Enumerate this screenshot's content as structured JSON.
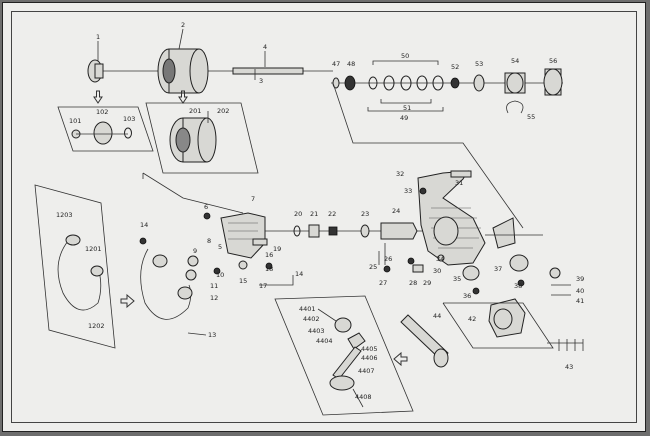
{
  "labels": {
    "p1": "1",
    "p2": "2",
    "p3": "3",
    "p4": "4",
    "p101": "101",
    "p102": "102",
    "p103": "103",
    "p201": "201",
    "p202": "202",
    "p1201": "1201",
    "p1202": "1202",
    "p1203": "1203",
    "p5": "5",
    "p6": "6",
    "p7": "7",
    "p8": "8",
    "p9": "9",
    "p10": "10",
    "p11": "11",
    "p12": "12",
    "p13": "13",
    "p14a": "14",
    "p14b": "14",
    "p15": "15",
    "p16": "16",
    "p17": "17",
    "p18": "18",
    "p19": "19",
    "p20": "20",
    "p21": "21",
    "p22": "22",
    "p23": "23",
    "p24": "24",
    "p25": "25",
    "p26": "26",
    "p27": "27",
    "p28": "28",
    "p29": "29",
    "p30": "30",
    "p31": "31",
    "p32": "32",
    "p33": "33",
    "p34": "34",
    "p35": "35",
    "p36": "36",
    "p37": "37",
    "p38": "38",
    "p39": "39",
    "p40": "40",
    "p41": "41",
    "p42": "42",
    "p43": "43",
    "p44": "44",
    "p47": "47",
    "p48": "48",
    "p49": "49",
    "p50": "50",
    "p51": "51",
    "p52": "52",
    "p53": "53",
    "p54": "54",
    "p55": "55",
    "p56": "56",
    "p4401": "4401",
    "p4402": "4402",
    "p4403": "4403",
    "p4404": "4404",
    "p4405": "4405",
    "p4406": "4406",
    "p4407": "4407",
    "p4408": "4408"
  },
  "colors": {
    "paper": "#eeeeec",
    "ink": "#222222",
    "frame": "#6e6e6e"
  }
}
